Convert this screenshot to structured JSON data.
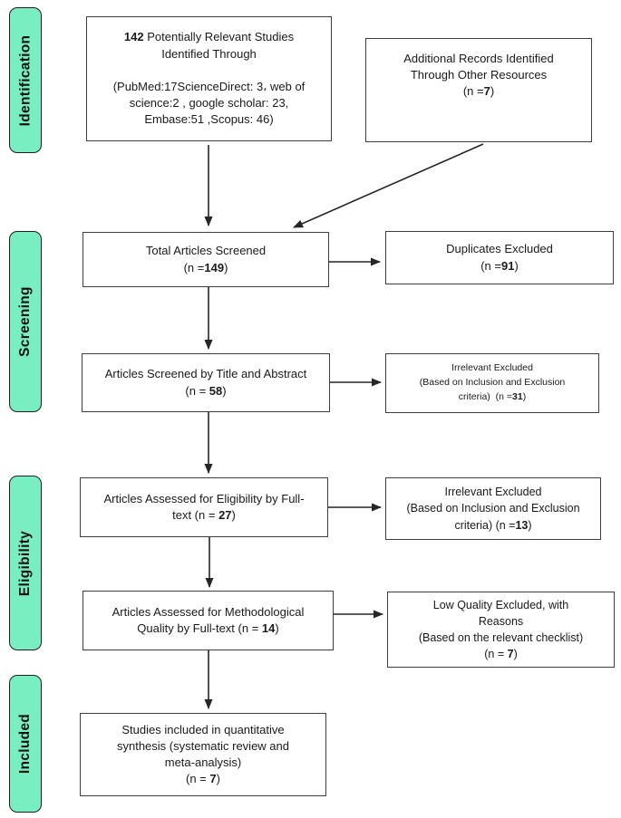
{
  "colors": {
    "stage_fill": "#7AEEC3",
    "stage_border": "#1f1f1f",
    "box_border": "#3d3d3d",
    "arrow": "#262626",
    "background": "#ffffff",
    "text": "#1a1a1a"
  },
  "stages": [
    {
      "id": "identification",
      "label": "Identification"
    },
    {
      "id": "screening",
      "label": "Screening"
    },
    {
      "id": "eligibility",
      "label": "Eligibility"
    },
    {
      "id": "included",
      "label": "Included"
    }
  ],
  "boxes": [
    {
      "id": "identified-studies",
      "lines": [
        [
          {
            "t": "142",
            "b": true
          },
          {
            "t": " Potentially Relevant Studies"
          }
        ],
        [
          {
            "t": "Identified Through"
          }
        ],
        [],
        [
          {
            "t": "(PubMed:17ScienceDirect: 3، web of"
          }
        ],
        [
          {
            "t": "science:2 , google scholar: 23,"
          }
        ],
        [
          {
            "t": "Embase:51 ,Scopus: 46)"
          }
        ]
      ]
    },
    {
      "id": "additional-records",
      "lines": [
        [
          {
            "t": "Additional Records Identified"
          }
        ],
        [
          {
            "t": "Through Other Resources"
          }
        ],
        [
          {
            "t": "(n ="
          },
          {
            "t": "7",
            "b": true
          },
          {
            "t": ")"
          }
        ]
      ]
    },
    {
      "id": "total-screened",
      "lines": [
        [
          {
            "t": "Total Articles Screened"
          }
        ],
        [
          {
            "t": "(n ="
          },
          {
            "t": "149",
            "b": true
          },
          {
            "t": ")"
          }
        ]
      ]
    },
    {
      "id": "duplicates-excluded",
      "lines": [
        [
          {
            "t": "Duplicates Excluded"
          }
        ],
        [
          {
            "t": "(n ="
          },
          {
            "t": "91",
            "b": true
          },
          {
            "t": ")"
          }
        ]
      ]
    },
    {
      "id": "title-abstract-screened",
      "lines": [
        [
          {
            "t": "Articles Screened by Title and Abstract"
          }
        ],
        [
          {
            "t": "(n = "
          },
          {
            "t": "58",
            "b": true
          },
          {
            "t": ")"
          }
        ]
      ]
    },
    {
      "id": "irrelevant-excluded-31",
      "lines": [
        [
          {
            "t": "Irrelevant Excluded"
          }
        ],
        [
          {
            "t": "(Based on Inclusion and Exclusion"
          }
        ],
        [
          {
            "t": "criteria)  (n ="
          },
          {
            "t": "31",
            "b": true
          },
          {
            "t": ")"
          }
        ]
      ]
    },
    {
      "id": "eligibility-fulltext",
      "lines": [
        [
          {
            "t": "Articles Assessed for Eligibility by Full-"
          }
        ],
        [
          {
            "t": "text (n = "
          },
          {
            "t": "27",
            "b": true
          },
          {
            "t": ")"
          }
        ]
      ]
    },
    {
      "id": "irrelevant-excluded-13",
      "lines": [
        [
          {
            "t": "Irrelevant Excluded"
          }
        ],
        [
          {
            "t": "(Based on Inclusion and Exclusion"
          }
        ],
        [
          {
            "t": "criteria) (n ="
          },
          {
            "t": "13",
            "b": true
          },
          {
            "t": ")"
          }
        ]
      ]
    },
    {
      "id": "methodological-quality",
      "lines": [
        [
          {
            "t": "Articles Assessed for Methodological"
          }
        ],
        [
          {
            "t": "Quality by Full-text (n = "
          },
          {
            "t": "14",
            "b": true
          },
          {
            "t": ")"
          }
        ]
      ]
    },
    {
      "id": "low-quality-excluded",
      "lines": [
        [
          {
            "t": "Low Quality Excluded, with"
          }
        ],
        [
          {
            "t": "Reasons"
          }
        ],
        [
          {
            "t": "(Based on the relevant checklist)"
          }
        ],
        [
          {
            "t": "(n = "
          },
          {
            "t": "7",
            "b": true
          },
          {
            "t": ")"
          }
        ]
      ]
    },
    {
      "id": "included-quantitative",
      "lines": [
        [
          {
            "t": "Studies included in quantitative"
          }
        ],
        [
          {
            "t": "synthesis (systematic review and"
          }
        ],
        [
          {
            "t": "meta-analysis)"
          }
        ],
        [
          {
            "t": "(n = "
          },
          {
            "t": "7",
            "b": true
          },
          {
            "t": ")"
          }
        ]
      ]
    }
  ]
}
